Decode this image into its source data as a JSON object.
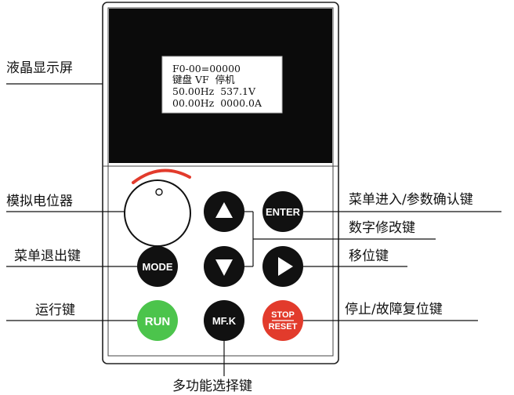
{
  "lcd": {
    "lines": [
      "F0-00=00000",
      "键盘 VF  停机",
      "50.00Hz  537.1V",
      "00.00Hz  0000.0A"
    ]
  },
  "buttons": {
    "enter": "ENTER",
    "mode": "MODE",
    "run": "RUN",
    "mfk": "MF.K",
    "stop": "STOP",
    "reset": "RESET"
  },
  "labels": {
    "lcd_screen": "液晶显示屏",
    "potentiometer": "模拟电位器",
    "menu_exit": "菜单退出键",
    "run_key": "运行键",
    "menu_enter_confirm": "菜单进入/参数确认键",
    "digit_modify": "数字修改键",
    "shift": "移位键",
    "stop_reset": "停止/故障复位键",
    "multifunction": "多功能选择键"
  },
  "colors": {
    "panel_fill": "#ffffff",
    "screen": "#0b0b0b",
    "button": "#111111",
    "run": "#4cc44c",
    "stop": "#e23b2c",
    "knob_arc": "#e23b2c"
  }
}
